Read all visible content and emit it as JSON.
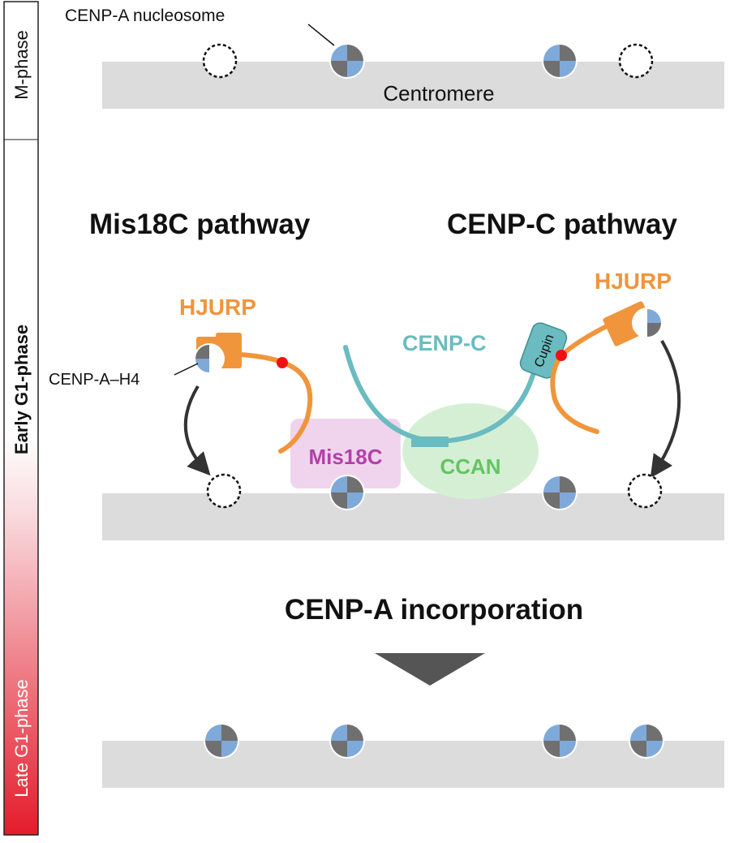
{
  "phases": {
    "m_phase": "M-phase",
    "early_g1": "Early G1-phase",
    "late_g1": "Late G1-phase"
  },
  "labels": {
    "cenpa_nucleosome": "CENP-A nucleosome",
    "centromere": "Centromere",
    "mis18c_pathway": "Mis18C pathway",
    "cenpc_pathway": "CENP-C pathway",
    "hjurp_left": "HJURP",
    "hjurp_right": "HJURP",
    "cenpa_h4": "CENP-A–H4",
    "cenpc": "CENP-C",
    "cupin": "Cupin",
    "mis18c": "Mis18C",
    "ccan": "CCAN",
    "incorporation": "CENP-A incorporation"
  },
  "colors": {
    "hjurp_orange": "#f0953c",
    "cenpc_teal": "#6abcc0",
    "mis18c_purple": "#b340a8",
    "mis18c_box": "#f0d4ee",
    "ccan_green": "#63c463",
    "ccan_fill": "#d5efd5",
    "centromere_gray": "#dcdcdc",
    "nucleosome_gray": "#707070",
    "nucleosome_blue": "#7fa9d8",
    "red_dot": "#ee1111",
    "phase_gradient_red": "#e41b2b"
  }
}
